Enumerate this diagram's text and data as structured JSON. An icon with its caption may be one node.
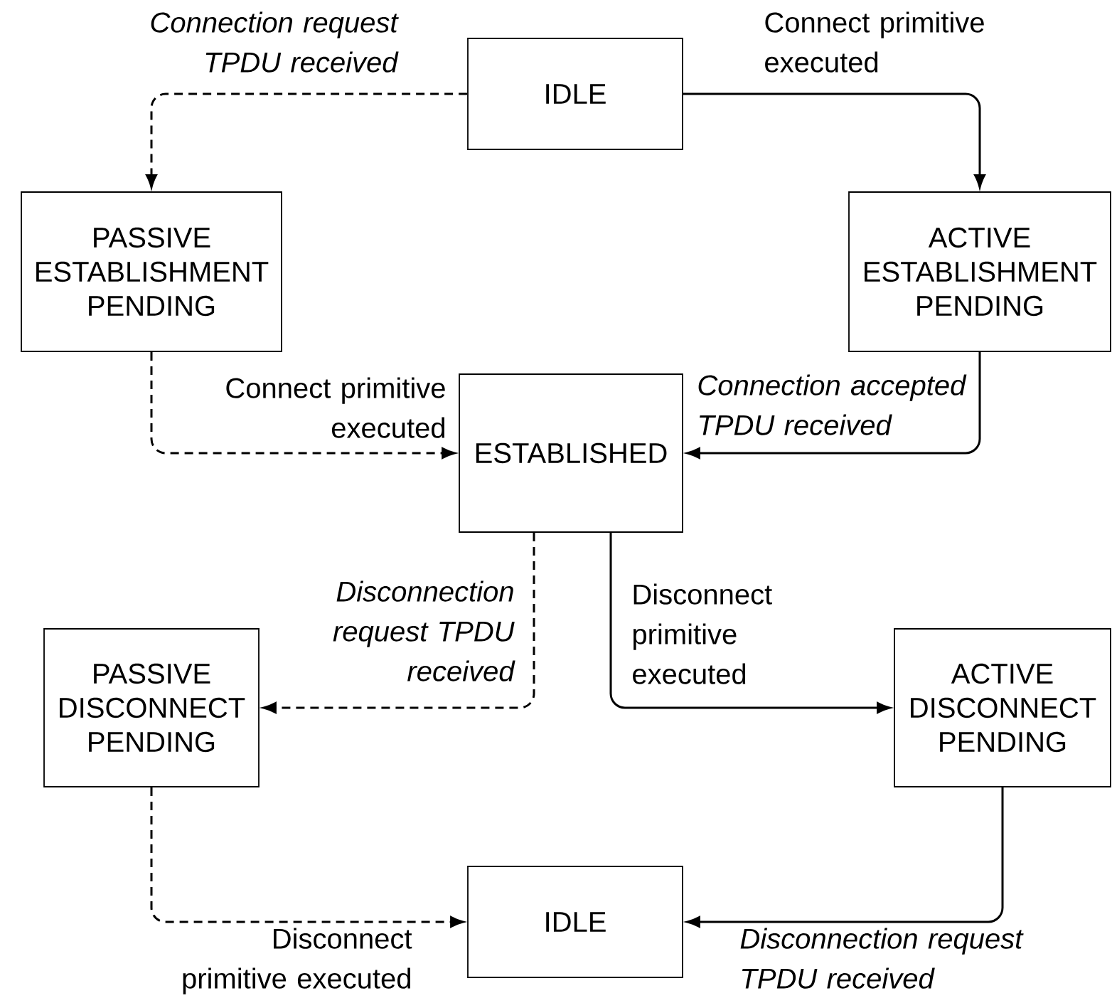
{
  "diagram": {
    "nodes": [
      {
        "text": [
          "IDLE"
        ]
      },
      {
        "text": [
          "PASSIVE ESTABLISHMENT PENDING"
        ]
      },
      {
        "text": [
          "ACTIVE ESTABLISHMENT PENDING"
        ]
      },
      {
        "text": [
          "ESTABLISHED"
        ]
      },
      {
        "text": [
          "PASSIVE DISCONNECT PENDING"
        ]
      },
      {
        "text": [
          "ACTIVE DISCONNECT PENDING"
        ]
      },
      {
        "text": [
          "IDLE"
        ]
      }
    ],
    "edges": [
      {
        "from": 0,
        "to": 1,
        "arrow": "to",
        "style": "dashed",
        "label": "Connection request TPDU received"
      },
      {
        "from": 0,
        "to": 2,
        "arrow": "to",
        "label": "Connect primitive executed"
      },
      {
        "from": 1,
        "to": 3,
        "arrow": "to",
        "style": "dashed",
        "label": "Connect primitive executed"
      },
      {
        "from": 2,
        "to": 3,
        "arrow": "to",
        "label": "Connection accepted TPDU received"
      },
      {
        "from": 3,
        "to": 4,
        "arrow": "to",
        "style": "dashed",
        "label": "Disconnection request TPDU received"
      },
      {
        "from": 3,
        "to": 5,
        "arrow": "to",
        "label": "Disconnect primitive executed"
      },
      {
        "from": 4,
        "to": 6,
        "arrow": "to",
        "style": "dashed",
        "label": "Disconnect primitive executed"
      },
      {
        "from": 5,
        "to": 6,
        "arrow": "to",
        "label": "Disconnection request TPDU received"
      }
    ]
  }
}
